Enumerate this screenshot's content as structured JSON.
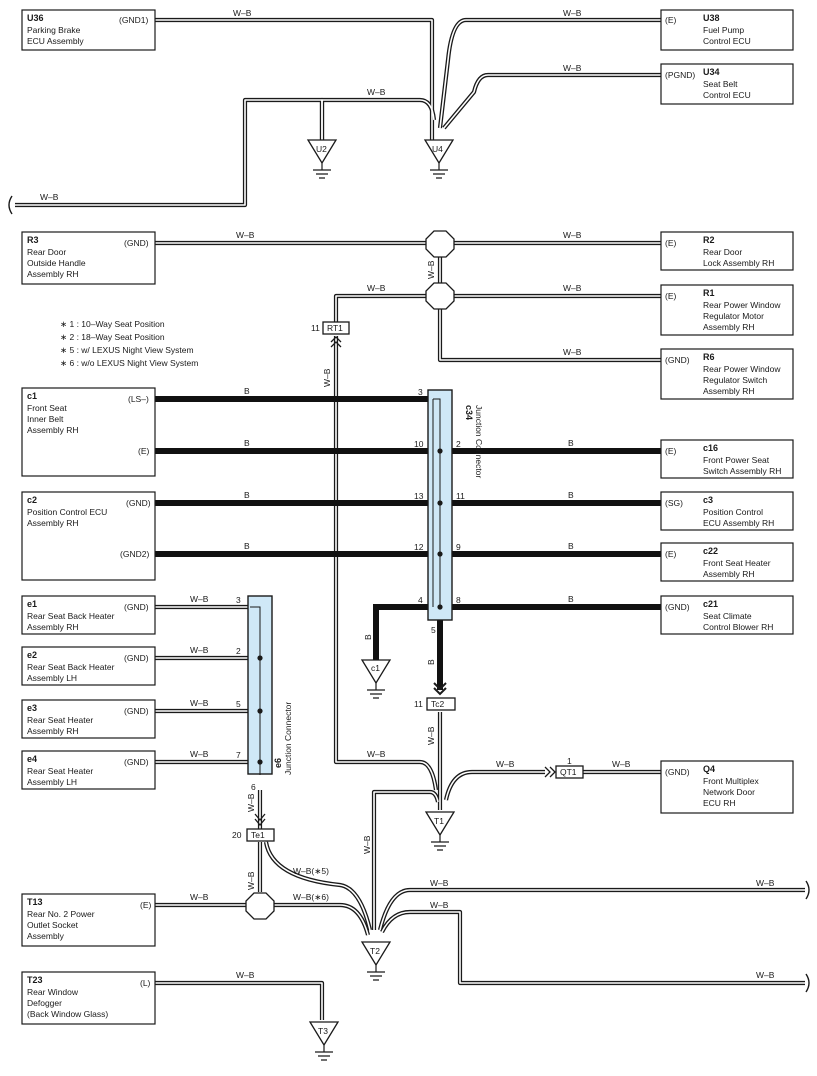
{
  "wire_colors": {
    "thin": "W-B",
    "thick": "B",
    "junction_fill": "#cfe8f7"
  },
  "notes": [
    "∗ 1 : 10–Way Seat Position",
    "∗ 2 : 18–Way Seat Position",
    "∗ 5 : w/ LEXUS Night View System",
    "∗ 6 : w/o LEXUS Night View System"
  ],
  "components": {
    "U36": {
      "code": "U36",
      "lines": [
        "Parking Brake",
        "ECU Assembly"
      ],
      "pin": "(GND1)"
    },
    "U38": {
      "code": "U38",
      "lines": [
        "Fuel Pump",
        "Control ECU"
      ],
      "pin": "(E)"
    },
    "U34": {
      "code": "U34",
      "lines": [
        "Seat Belt",
        "Control ECU"
      ],
      "pin": "(PGND)"
    },
    "R3": {
      "code": "R3",
      "lines": [
        "Rear Door",
        "Outside Handle",
        "Assembly RH"
      ],
      "pin": "(GND)"
    },
    "R2": {
      "code": "R2",
      "lines": [
        "Rear Door",
        "Lock Assembly RH"
      ],
      "pin": "(E)"
    },
    "R1": {
      "code": "R1",
      "lines": [
        "Rear Power Window",
        "Regulator Motor",
        "Assembly RH"
      ],
      "pin": "(E)"
    },
    "R6": {
      "code": "R6",
      "lines": [
        "Rear Power Window",
        "Regulator Switch",
        "Assembly RH"
      ],
      "pin": "(GND)"
    },
    "c1": {
      "code": "c1",
      "lines": [
        "Front Seat",
        "Inner Belt",
        "Assembly RH"
      ],
      "pin1": "(LS–)",
      "pin2": "(E)"
    },
    "c2": {
      "code": "c2",
      "lines": [
        "Position Control ECU",
        "Assembly RH"
      ],
      "pin1": "(GND)",
      "pin2": "(GND2)"
    },
    "c16": {
      "code": "c16",
      "lines": [
        "Front Power Seat",
        "Switch Assembly RH"
      ],
      "pin": "(E)"
    },
    "c3": {
      "code": "c3",
      "lines": [
        "Position Control",
        "ECU Assembly RH"
      ],
      "pin": "(SG)"
    },
    "c22": {
      "code": "c22",
      "lines": [
        "Front Seat Heater",
        "Assembly RH"
      ],
      "pin": "(E)"
    },
    "c21": {
      "code": "c21",
      "lines": [
        "Seat Climate",
        "Control Blower RH"
      ],
      "pin": "(GND)"
    },
    "e1": {
      "code": "e1",
      "lines": [
        "Rear Seat Back Heater",
        "Assembly RH"
      ],
      "pin": "(GND)"
    },
    "e2": {
      "code": "e2",
      "lines": [
        "Rear Seat Back Heater",
        "Assembly LH"
      ],
      "pin": "(GND)"
    },
    "e3": {
      "code": "e3",
      "lines": [
        "Rear Seat Heater",
        "Assembly RH"
      ],
      "pin": "(GND)"
    },
    "e4": {
      "code": "e4",
      "lines": [
        "Rear Seat Heater",
        "Assembly LH"
      ],
      "pin": "(GND)"
    },
    "Q4": {
      "code": "Q4",
      "lines": [
        "Front Multiplex",
        "Network Door",
        "ECU RH"
      ],
      "pin": "(GND)"
    },
    "T13": {
      "code": "T13",
      "lines": [
        "Rear No. 2 Power",
        "Outlet Socket",
        "Assembly"
      ],
      "pin": "(E)"
    },
    "T23": {
      "code": "T23",
      "lines": [
        "Rear Window",
        "Defogger",
        "(Back Window Glass)"
      ],
      "pin": "(L)"
    }
  },
  "junctions": {
    "c34": {
      "code": "c34",
      "label": "Junction Connector",
      "pins_left": [
        "3",
        "10",
        "13",
        "12",
        "4"
      ],
      "pins_right": [
        "2",
        "11",
        "9",
        "8"
      ],
      "pin_bottom": "5"
    },
    "e6": {
      "code": "e6",
      "label": "Junction Connector",
      "pins": [
        "3",
        "2",
        "5",
        "7"
      ],
      "pin_bottom": "6"
    }
  },
  "grounds": [
    "U2",
    "U4",
    "c1",
    "T1",
    "T2",
    "T3"
  ],
  "connectors": {
    "RT1": {
      "label": "RT1",
      "pin": "11"
    },
    "Tc2": {
      "label": "Tc2",
      "pin": "11"
    },
    "QT1": {
      "label": "QT1",
      "pin": "1"
    },
    "Te1": {
      "label": "Te1",
      "pin": "20"
    }
  },
  "wire_labels": {
    "wb": "W–B",
    "b": "B",
    "wb5": "W–B(∗5)",
    "wb6": "W–B(∗6)"
  }
}
